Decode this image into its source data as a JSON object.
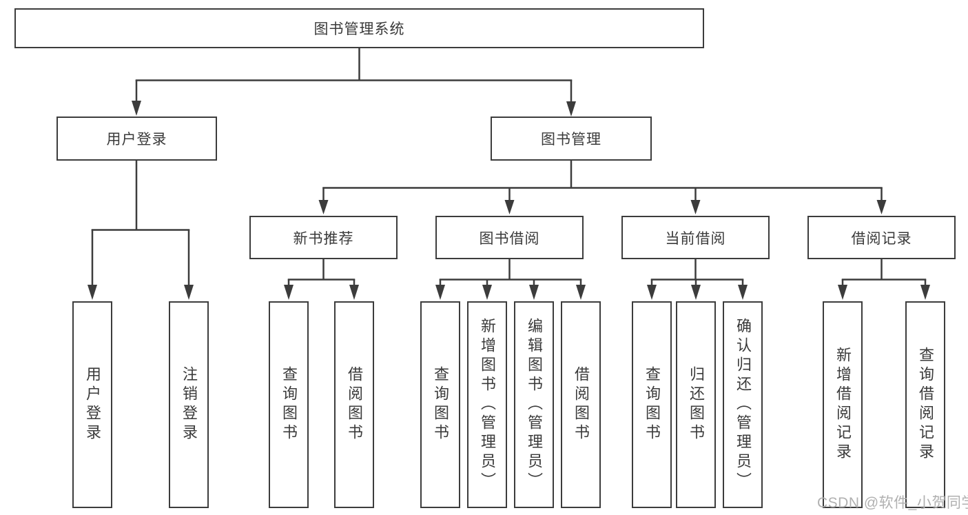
{
  "diagram": {
    "root": {
      "label": "图书管理系统"
    },
    "branches": [
      {
        "label": "用户登录",
        "leaves": [
          {
            "label": "用户登录"
          },
          {
            "label": "注销登录"
          }
        ]
      },
      {
        "label": "图书管理",
        "modules": [
          {
            "label": "新书推荐",
            "leaves": [
              {
                "label": "查询图书"
              },
              {
                "label": "借阅图书"
              }
            ]
          },
          {
            "label": "图书借阅",
            "leaves": [
              {
                "label": "查询图书"
              },
              {
                "label": "新增图书（管理员）"
              },
              {
                "label": "编辑图书（管理员）"
              },
              {
                "label": "借阅图书"
              }
            ]
          },
          {
            "label": "当前借阅",
            "leaves": [
              {
                "label": "查询图书"
              },
              {
                "label": "归还图书"
              },
              {
                "label": "确认归还（管理员）"
              }
            ]
          },
          {
            "label": "借阅记录",
            "leaves": [
              {
                "label": "新增借阅记录"
              },
              {
                "label": "查询借阅记录"
              }
            ]
          }
        ]
      }
    ]
  },
  "watermark": {
    "text": "CSDN @软件_小贺同学"
  },
  "colors": {
    "line": "#3c3c3c",
    "text": "#3a3a3a",
    "box_fill": "#ffffff",
    "background": "#ffffff",
    "watermark": "#b0b0b0"
  }
}
